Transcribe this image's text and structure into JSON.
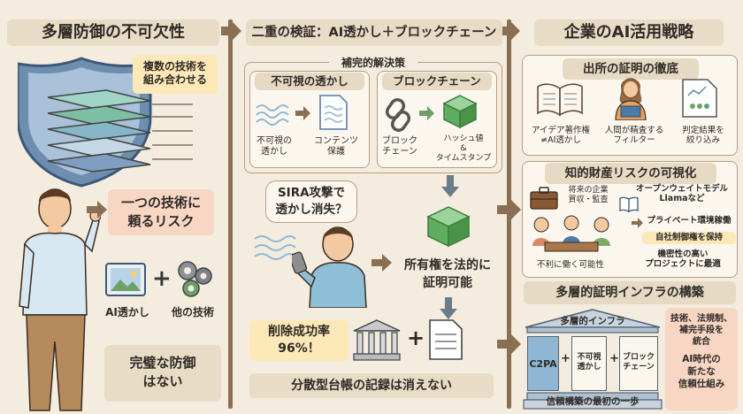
{
  "col1": {
    "title": "多層防御の不可欠性",
    "note_multi": "複数の技術を\n組み合わせる",
    "risk_bubble": "一つの技術に\n頼るリスク",
    "label_ai_watermark": "AI透かし",
    "label_other_tech": "他の技術",
    "no_perfect": "完璧な防御\nはない"
  },
  "col2": {
    "title": "二重の検証：AI透かし＋ブロックチェーン",
    "group_label": "補完的解決策",
    "invisible_title": "不可視の透かし",
    "invisible_left": "不可視の\n透かし",
    "invisible_right": "コンテンツ\n保護",
    "blockchain_title": "ブロックチェーン",
    "blockchain_left": "ブロック\nチェーン",
    "blockchain_right": "ハッシュ値\n&\nタイムスタンプ",
    "sira_bubble": "SIRA攻撃で\n透かし消失？",
    "ownership": "所有権を法的に\n証明可能",
    "removal_rate": "削除成功率\n96%！",
    "ledger": "分散型台帳の記録は消えない"
  },
  "col3": {
    "title": "企業のAI活用戦略",
    "provenance_title": "出所の証明の徹底",
    "prov_1": "アイデア著作権\n≠AI透かし",
    "prov_2": "人間が精査する\nフィルター",
    "prov_3": "判定結果を\n絞り込み",
    "ip_title": "知的財産リスクの可視化",
    "ip_audit": "将来の企業\n買収・監査",
    "ip_open_model": "オープンウェイトモデル\nLlamaなど",
    "ip_private": "プライベート環境稼働",
    "ip_control": "自社制御権を保持",
    "ip_disadvantage": "不利に働く可能性",
    "ip_confidential": "機密性の高い\nプロジェクトに最適",
    "infra_title": "多層的証明インフラの構築",
    "infra_roof": "多層的インフラ",
    "infra_c2pa": "C2PA",
    "infra_invisible": "不可視\n透かし",
    "infra_blockchain": "ブロック\nチェーン",
    "infra_base": "信頼構築の最初の一歩",
    "infra_note1": "技術、法規制、\n補完手段を\n統合",
    "infra_note2": "AI時代の\n新たな\n信頼仕組み"
  }
}
